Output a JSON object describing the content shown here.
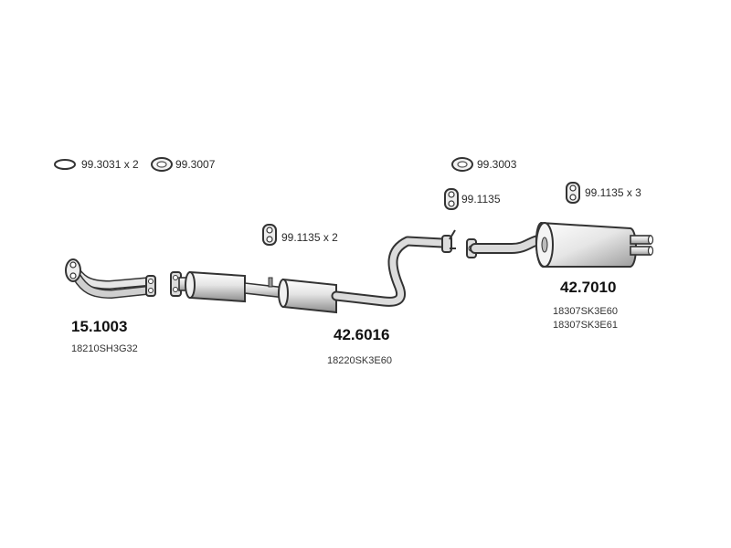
{
  "parts": {
    "front_pipe": {
      "number": "15.1003",
      "oem": "18210SH3G32"
    },
    "center_section": {
      "number": "42.6016",
      "oem": "18220SK3E60"
    },
    "rear_muffler": {
      "number": "42.7010",
      "oem": [
        "18307SK3E60",
        "18307SK3E61"
      ]
    }
  },
  "hardware": {
    "ring_gasket": "99.3031 x 2",
    "flange_gasket": "99.3007",
    "gasket_3003": "99.3003",
    "hanger_single": "99.1135",
    "hanger_center": "99.1135 x 2",
    "hanger_rear": "99.1135 x 3"
  },
  "colors": {
    "pipe_light": "#f2f2f2",
    "pipe_mid": "#c8c8c8",
    "pipe_dark": "#8a8a8a",
    "outline": "#333333"
  }
}
